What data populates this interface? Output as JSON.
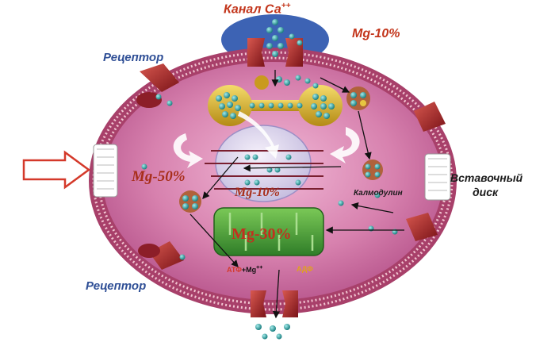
{
  "labels": {
    "ca_channel": "Канал Са",
    "ca_channel_sup": "++",
    "mg_10_top": "Mg-10%",
    "receptor_top": "Рецептор",
    "receptor_bottom": "Рецептор",
    "insert_disk_1": "Вставочный",
    "insert_disk_2": "диск",
    "mg_50": "Mg-50%",
    "mg_10_center": "Mg-10%",
    "calmodulin": "Калмодулин",
    "mg_30": "Mg-30%",
    "atp": "АТФ",
    "atp_mg": "+Mg",
    "atp_mg_sup": "++",
    "adp": "АДФ"
  },
  "colors": {
    "membrane": "#b8486a",
    "cytoplasm": "#d27aa6",
    "receptor": "#b02a30",
    "ion": "#1f8f8f",
    "ion_highlight": "#7fd6cf",
    "sr_yellow": "#d9b42a",
    "mito_green": "#3f9a32",
    "arrow_red": "#d4392a",
    "label_blue": "#2f4f96",
    "label_red": "#c3361c"
  }
}
